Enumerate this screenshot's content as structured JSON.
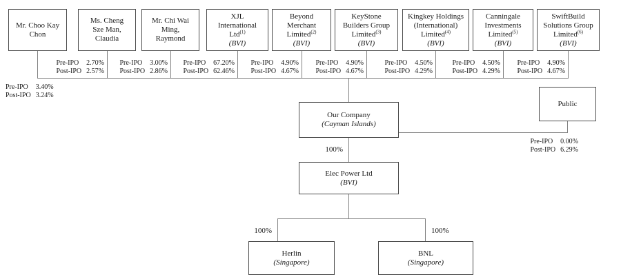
{
  "labels": {
    "pre": "Pre-IPO",
    "post": "Post-IPO"
  },
  "shareholders": [
    {
      "line1": "Mr. Choo Kay",
      "line2": "Chon",
      "line3": "",
      "sup": "",
      "jurisdiction": "",
      "pre": "3.40%",
      "post": "3.24%"
    },
    {
      "line1": "Ms. Cheng",
      "line2": "Sze Man,",
      "line3": "Claudia",
      "sup": "",
      "jurisdiction": "",
      "pre": "2.70%",
      "post": "2.57%"
    },
    {
      "line1": "Mr. Chi Wai",
      "line2": "Ming,",
      "line3": "Raymond",
      "sup": "",
      "jurisdiction": "",
      "pre": "3.00%",
      "post": "2.86%"
    },
    {
      "line1": "XJL",
      "line2": "International",
      "line3": "Ltd",
      "sup": "(1)",
      "jurisdiction": "(BVI)",
      "pre": "67.20%",
      "post": "62.46%"
    },
    {
      "line1": "Beyond",
      "line2": "Merchant",
      "line3": "Limited",
      "sup": "(2)",
      "jurisdiction": "(BVI)",
      "pre": "4.90%",
      "post": "4.67%"
    },
    {
      "line1": "KeyStone",
      "line2": "Builders Group",
      "line3": "Limited",
      "sup": "(3)",
      "jurisdiction": "(BVI)",
      "pre": "4.90%",
      "post": "4.67%"
    },
    {
      "line1": "Kingkey Holdings",
      "line2": "(International)",
      "line3": "Limited",
      "sup": "(4)",
      "jurisdiction": "(BVI)",
      "pre": "4.50%",
      "post": "4.29%"
    },
    {
      "line1": "Canningale",
      "line2": "Investments",
      "line3": "Limited",
      "sup": "(5)",
      "jurisdiction": "(BVI)",
      "pre": "4.50%",
      "post": "4.29%"
    },
    {
      "line1": "SwiftBuild",
      "line2": "Solutions Group",
      "line3": "Limited",
      "sup": "(6)",
      "jurisdiction": "(BVI)",
      "pre": "4.90%",
      "post": "4.67%"
    }
  ],
  "company": {
    "name": "Our Company",
    "jurisdiction": "(Cayman Islands)"
  },
  "public": {
    "name": "Public",
    "pre": "0.00%",
    "post": "6.29%"
  },
  "subsidiary": {
    "name": "Elec Power Ltd",
    "jurisdiction": "(BVI)",
    "ownership": "100%"
  },
  "operating": [
    {
      "name": "Herlin",
      "jurisdiction": "(Singapore)",
      "ownership": "100%"
    },
    {
      "name": "BNL",
      "jurisdiction": "(Singapore)",
      "ownership": "100%"
    }
  ],
  "colors": {
    "box_border": "#4a4a4a",
    "connector": "#7f7f7f",
    "text": "#1a1a1a",
    "background": "#ffffff"
  }
}
